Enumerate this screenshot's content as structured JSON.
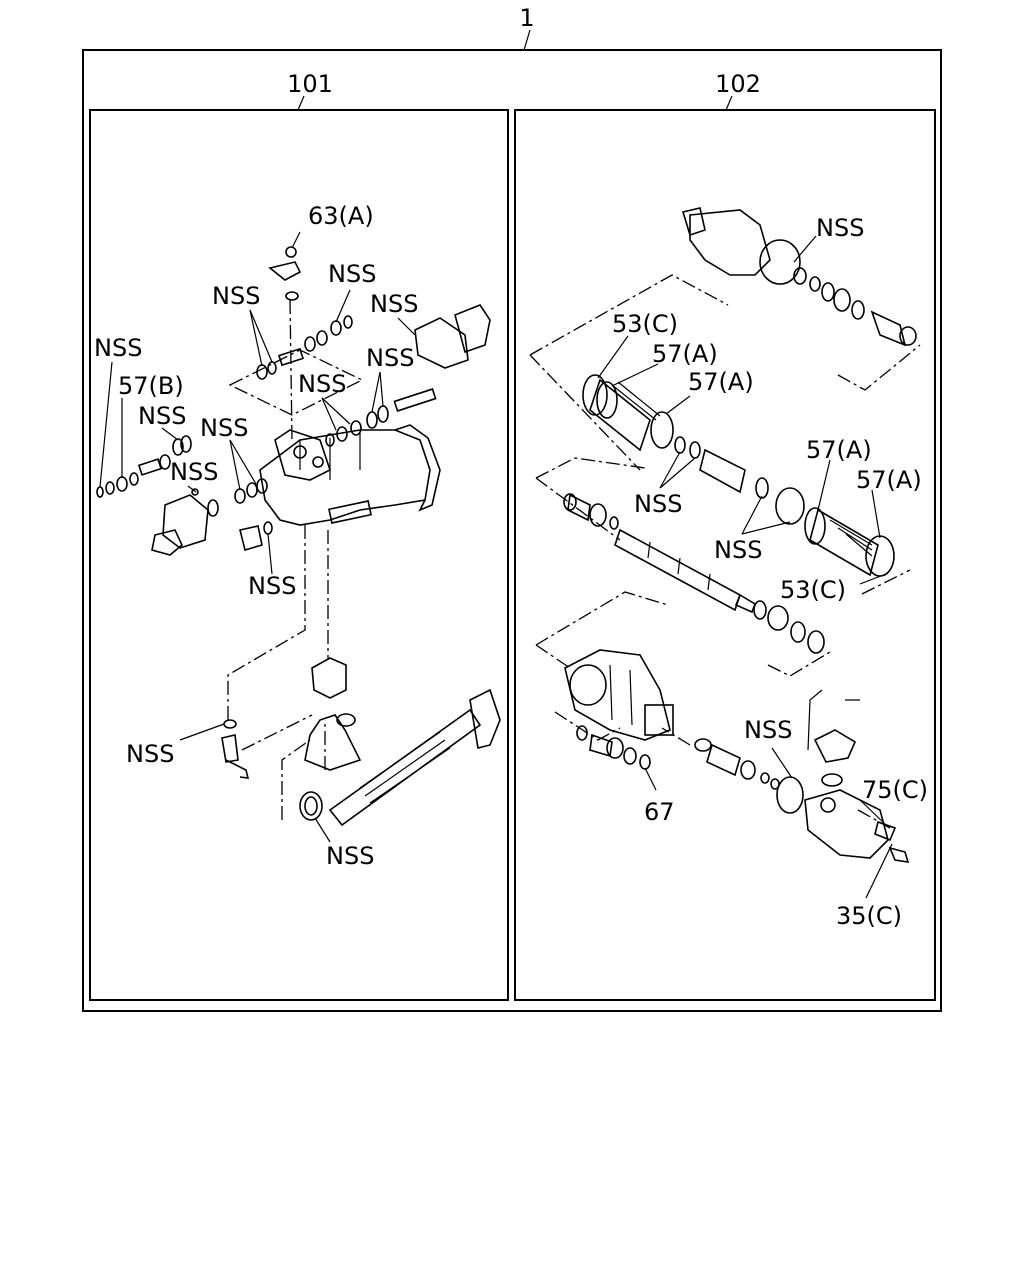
{
  "assembly": {
    "number": "1"
  },
  "panels": [
    {
      "number": "101"
    },
    {
      "number": "102"
    }
  ],
  "callouts": [
    "63(A)",
    "NSS",
    "NSS",
    "NSS",
    "NSS",
    "NSS",
    "57(B)",
    "NSS",
    "NSS",
    "NSS",
    "NSS",
    "NSS",
    "NSS",
    "NSS",
    "NSS",
    "53(C)",
    "57(A)",
    "57(A)",
    "NSS",
    "NSS",
    "57(A)",
    "57(A)",
    "53(C)",
    "NSS",
    "75(C)",
    "67",
    "35(C)"
  ]
}
